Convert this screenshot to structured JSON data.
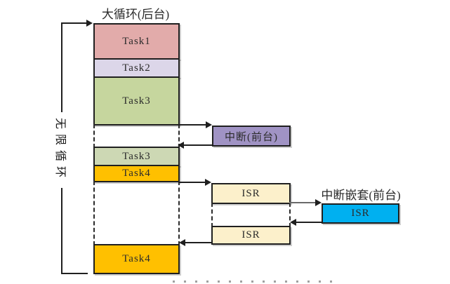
{
  "labels": {
    "background_title": "大循环(后台)",
    "infinite_loop": "无限循环",
    "interrupt": "中断(前台)",
    "nested_interrupt_title": "中断嵌套(前台)",
    "task1": "Task1",
    "task2": "Task2",
    "task3_run1": "Task3",
    "task3_run2": "Task3",
    "task4_run1": "Task4",
    "task4_run2": "Task4",
    "isr_first": "ISR",
    "isr_second": "ISR",
    "isr_nested": "ISR"
  },
  "colors": {
    "task1": "#e2abaa",
    "task2": "#dcd6e9",
    "task3_run1": "#c6d69e",
    "task3_run2": "#cdd8b4",
    "task4": "#ffc000",
    "interrupt_box": "#a093c4",
    "isr_box": "#fcf0cb",
    "nested_isr_box": "#00b0f0",
    "line": "#1f1f1f"
  }
}
